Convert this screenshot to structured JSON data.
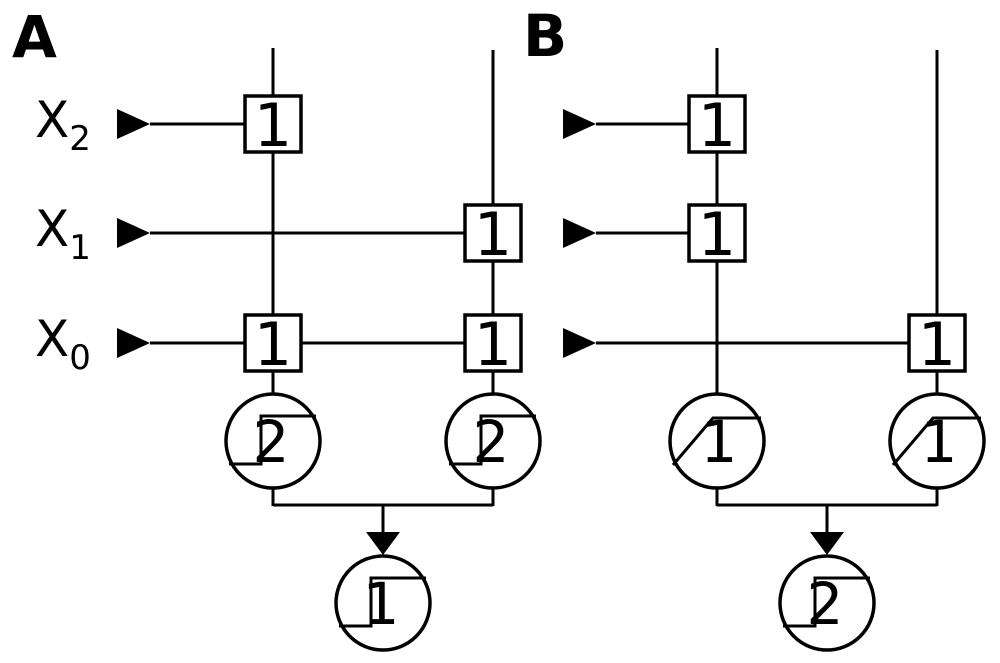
{
  "colors": {
    "ink": "#000000",
    "background": "#ffffff"
  },
  "panel_a": {
    "label": "A",
    "inputs": [
      {
        "base": "X",
        "sub": "2"
      },
      {
        "base": "X",
        "sub": "1"
      },
      {
        "base": "X",
        "sub": "0"
      }
    ],
    "weights": {
      "x2_col1": "1",
      "x1_col2": "1",
      "x0_col1": "1",
      "x0_col2": "1"
    },
    "units": {
      "hidden_left": {
        "threshold": "2",
        "activation": "step"
      },
      "hidden_right": {
        "threshold": "2",
        "activation": "step"
      },
      "output": {
        "threshold": "1",
        "activation": "step"
      }
    }
  },
  "panel_b": {
    "label": "B",
    "weights": {
      "x2_col1": "1",
      "x1_col1": "1",
      "x0_col2": "1"
    },
    "units": {
      "hidden_left": {
        "threshold": "1",
        "activation": "ramp"
      },
      "hidden_right": {
        "threshold": "1",
        "activation": "ramp"
      },
      "output": {
        "threshold": "2",
        "activation": "step"
      }
    }
  }
}
